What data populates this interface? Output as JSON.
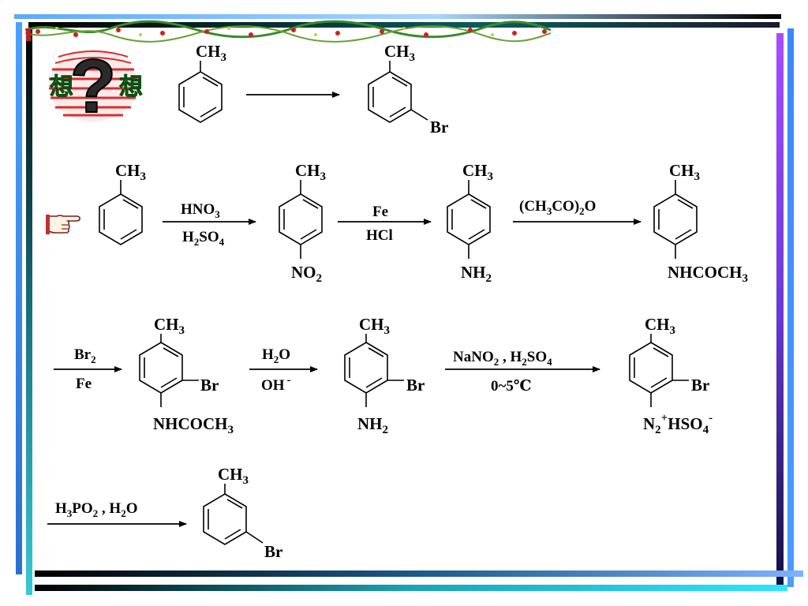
{
  "badge": {
    "left_char": "想",
    "right_char": "想"
  },
  "groups": {
    "ch3": "CH",
    "ch3_sub": "3",
    "br": "Br",
    "no2": "NO",
    "no2_sub": "2",
    "nh2": "NH",
    "nh2_sub": "2",
    "nhcoch3": "NHCOCH",
    "nhcoch3_sub": "3",
    "n2": "N",
    "n2_sub": "2",
    "plus": "+",
    "hso4": "HSO",
    "hso4_sub": "4",
    "minus": "-"
  },
  "reagents": {
    "hno3": "HNO",
    "hno3_sub": "3",
    "h2so4_h": "H",
    "h2so4_h_sub": "2",
    "h2so4_so": "SO",
    "h2so4_so_sub": "4",
    "fe": "Fe",
    "hcl": "HCl",
    "ac2o_a": "(CH",
    "ac2o_a_sub": "3",
    "ac2o_b": "CO)",
    "ac2o_b_sub": "2",
    "ac2o_c": "O",
    "br2": "Br",
    "br2_sub": "2",
    "fe2": "Fe",
    "h2o_h": "H",
    "h2o_h_sub": "2",
    "h2o_o": "O",
    "oh": "OH",
    "oh_sup": "-",
    "nano2_a": "NaNO",
    "nano2_a_sub": "2",
    "nano2_b": " , H",
    "nano2_b_sub": "2",
    "nano2_c": "SO",
    "nano2_c_sub": "4",
    "temp": "0~5℃",
    "h3po2_a": "H",
    "h3po2_a_sub": "3",
    "h3po2_b": "PO",
    "h3po2_b_sub": "2",
    "h3po2_c": " , H",
    "h3po2_c_sub": "2",
    "h3po2_d": "O"
  }
}
